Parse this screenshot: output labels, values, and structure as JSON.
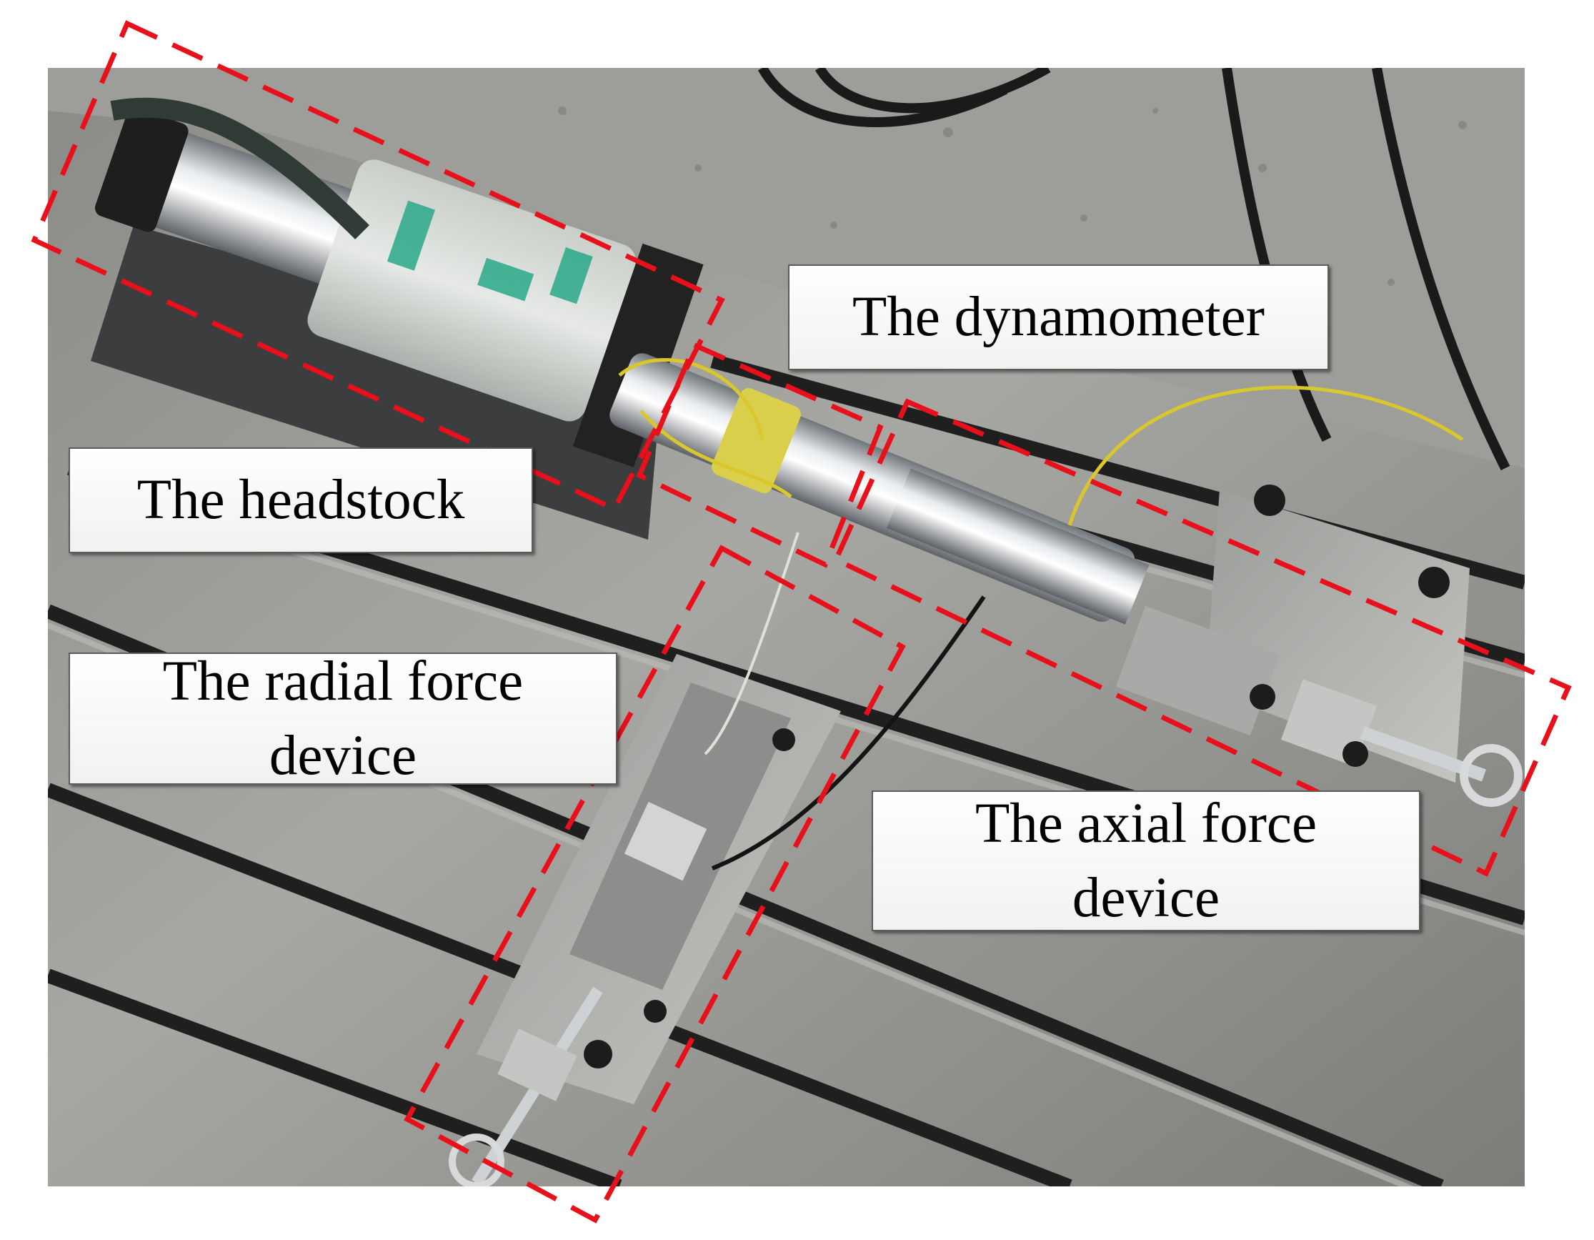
{
  "figure": {
    "labels": {
      "dynamometer": "The dynamometer",
      "headstock": "The headstock",
      "radial_line1": "The radial force",
      "radial_line2": "device",
      "axial_line1": "The axial force",
      "axial_line2": "device"
    },
    "highlight_color": "#e8101a",
    "regions": [
      "headstock-box",
      "dynamometer-box",
      "axial-force-box",
      "radial-force-box"
    ]
  }
}
